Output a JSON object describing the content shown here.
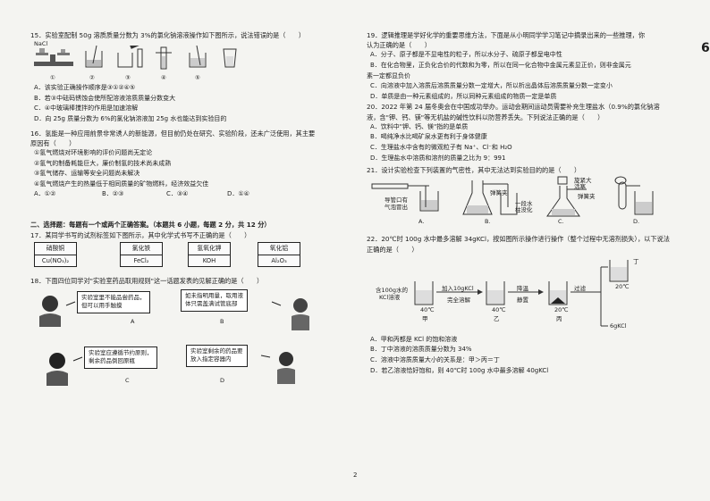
{
  "page_number": "2",
  "edge_mark": "6",
  "q15": {
    "stem": "15．实验室配制 50g 溶质质量分数为 3%的氯化钠溶液操作如下图所示，说法错误的是（　　）",
    "nacl_label": "NaCl",
    "fig_labels": [
      "①",
      "②",
      "③",
      "④",
      "⑤"
    ],
    "options": [
      "A．该实验正确操作顺序是③①②④⑤",
      "B．若③中砝码锈蚀会使所配溶液溶质质量分数变大",
      "C．④中玻璃棒搅拌的作用是加速溶解",
      "D．向 25g 质量分数为 6%的氯化钠溶液加 25g 水也能达到实验目的"
    ]
  },
  "q16": {
    "stem1": "16．氢能是一种应用前景非常诱人的新能源，但目前仍处在研究、实验阶段，还未广泛使用，其主要",
    "stem2": "原因有（　　）",
    "items": [
      "①氢气燃烧对环境影响的评价问题尚无定论",
      "②氢气的制备耗能巨大，廉价制氢的技术尚未成熟",
      "③氢气储存、运输等安全问题尚未解决",
      "④氢气燃烧产生的热量低于相同质量的矿物燃料，经济效益欠佳"
    ],
    "options": [
      "A．①②",
      "B．②③",
      "C．③④",
      "D．①④"
    ]
  },
  "section2": {
    "title": "二、选择题：每题有一个或两个正确答案。（本题共 6 小题，每题 2 分，共 12 分）",
    "q17_stem": "17．某同学书写的试剂标签如下图所示，其中化学式书写不正确的是（　　）",
    "labels": [
      {
        "name": "硝酸铜",
        "formula": "Cu(NO₃)₂"
      },
      {
        "name": "氯化铁",
        "formula": "FeCl₂"
      },
      {
        "name": "氢氧化钾",
        "formula": "KOH"
      },
      {
        "name": "氧化铝",
        "formula": "Al₂O₃"
      }
    ]
  },
  "q18": {
    "stem": "18．下面四位同学对\"实验室药品取用规则\"这一话题发表的见解正确的是（　　）",
    "bubbles": [
      {
        "text1": "实验室里不能品尝药品，",
        "text2": "但可以用手触摸",
        "letter": "A"
      },
      {
        "text1": "如未指明用量，取用液",
        "text2": "体只需盖满试管底部",
        "letter": "B"
      },
      {
        "text1": "实验室应遵循节约原则，",
        "text2": "剩余药品倒回原瓶",
        "letter": "C"
      },
      {
        "text1": "实验室剩余的药品要",
        "text2": "放入指定容器内",
        "letter": "D"
      }
    ]
  },
  "q19": {
    "stem1": "19．逻辑推理是学好化学的重要思维方法，下面是从小明同学学习笔记中摘录出来的一些推理，你",
    "stem2": "认为正确的是（　　）",
    "options": [
      "A．分子、原子都是不显电性的粒子，所以水分子、硫原子都呈电中性",
      "B．在化合物里，正负化合价的代数和为零，所以在同一化合物中金属元素显正价，则非金属元",
      "素一定都显负价",
      "C．向溶液中加入溶质后溶质质量分数一定增大，所以析出晶体后溶质质量分数一定变小",
      "D．单质是由一种元素组成的，所以同种元素组成的物质一定是单质"
    ]
  },
  "q20": {
    "stem1": "20．2022 年第 24 届冬奥会在中国成功举办。运动会期间运动员需要补充生理盐水（0.9%的氯化钠溶",
    "stem2": "液，含\"钾、钙、镁\"等无机盐的碱性饮料以防营养丢失。下列说法正确的是（　　）",
    "options": [
      "A．饮料中\"钾、钙、镁\"指的是单质",
      "B．喝纯净水比喝矿泉水更有利于身体健康",
      "C．生理盐水中含有的微观粒子有 Na⁺、Cl⁻和 H₂O",
      "D．生理盐水中溶质和溶剂的质量之比为 9：991"
    ]
  },
  "q21": {
    "stem": "21．设计实验检查下列装置的气密性，其中无法达到实验目的的是（　　）",
    "annotations": {
      "a1": "导管口有",
      "a2": "气泡冒出",
      "b1": "一段水",
      "b2": "柱没化",
      "c0": "弹簧夹",
      "c1": "旋紧大",
      "c2": "活塞",
      "c3": "弹簧夹"
    },
    "letters": [
      "A.",
      "B.",
      "C.",
      "D."
    ]
  },
  "q22": {
    "stem1": "22．20℃时 100g 水中最多溶解 34gKCl，按如图所示操作进行操作（整个过程中无溶剂损失），以下说法",
    "stem2": "正确的是（　　）",
    "flow": {
      "start1": "含100g水的",
      "start2": "KCl溶液",
      "step1a": "加入10gKCl",
      "step1b": "完全溶解",
      "step2a": "降温",
      "step2b": "静置",
      "step3": "过滤",
      "t1": "40℃",
      "t2": "40℃",
      "t3": "20℃",
      "t4": "20℃",
      "n1": "甲",
      "n2": "乙",
      "n3": "丙",
      "n4": "丁",
      "solid": "6gKCl"
    },
    "options": [
      "A．甲和丙都是 KCl 的饱和溶液",
      "B．丁中溶液的溶质质量分数为 34%",
      "C．溶液中溶质质量大小的关系是：甲＞丙＝丁",
      "D．若乙溶液恰好饱和，则 40℃时 100g 水中最多溶解 40gKCl"
    ]
  }
}
